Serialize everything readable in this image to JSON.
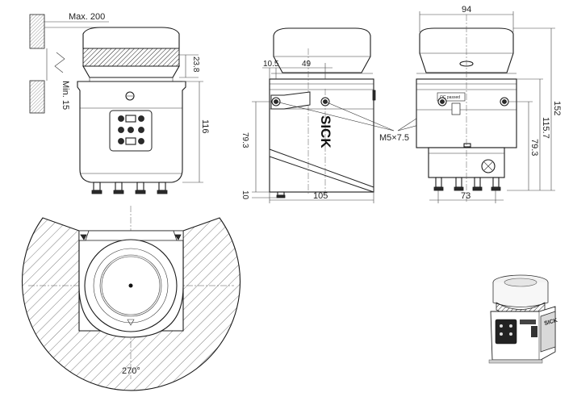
{
  "dimensions": {
    "max_distance": "Max. 200",
    "min_distance": "Min. 15",
    "dim_23_8": "23.8",
    "dim_116": "116",
    "dim_10_5": "10.5",
    "dim_49": "49",
    "dim_79_3_left": "79.3",
    "dim_10": "10",
    "dim_105": "105",
    "thread": "M5×7.5",
    "dim_94": "94",
    "dim_152": "152",
    "dim_115_7": "115.7",
    "dim_79_3_right": "79.3",
    "dim_73": "73",
    "scan_angle": "270°"
  },
  "brand": "SICK",
  "sticker": "QC passed"
}
